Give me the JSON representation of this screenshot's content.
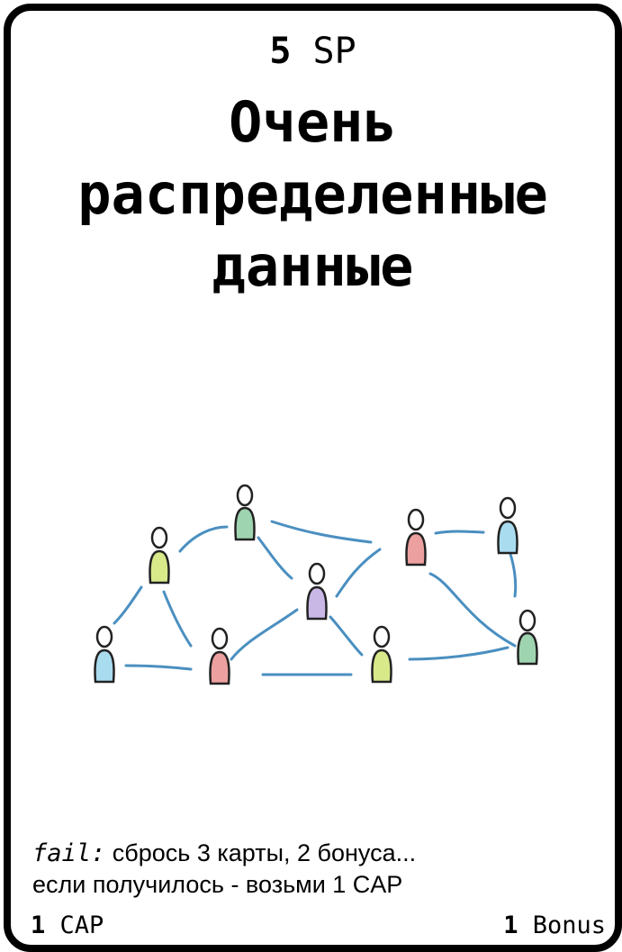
{
  "card": {
    "cost_value": "5",
    "cost_unit": "SP",
    "title_lines": [
      "Очень",
      "распределенные",
      "данные"
    ],
    "fail_keyword": "fail:",
    "fail_line1_rest": " сбрось 3 карты, 2 бонуса...",
    "fail_line2": "если получилось - возьми 1 CAP",
    "footer_left_value": "1",
    "footer_left_unit": "CAP",
    "footer_right_value": "1",
    "footer_right_unit": "Bonus"
  },
  "illustration": {
    "icon": "people-network-icon",
    "line_color": "#4a8fc0",
    "person_colors": [
      "#a9dcef",
      "#eda0a0",
      "#d8e98a",
      "#9fd4b0",
      "#c9b8e6"
    ]
  }
}
